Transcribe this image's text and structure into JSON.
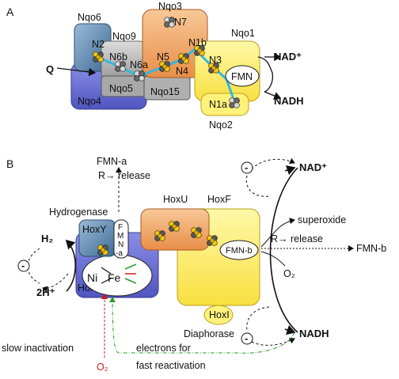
{
  "panel_a": {
    "label": "A",
    "subunits": {
      "nqo6": "Nqo6",
      "nqo9": "Nqo9",
      "nqo3": "Nqo3",
      "nqo1": "Nqo1",
      "nqo4": "Nqo4",
      "nqo5": "Nqo5",
      "nqo15": "Nqo15",
      "nqo2": "Nqo2"
    },
    "clusters": {
      "n2": "N2",
      "n6b": "N6b",
      "n6a": "N6a",
      "n5": "N5",
      "n4": "N4",
      "n7": "N7",
      "n1b": "N1b",
      "n3": "N3",
      "n1a": "N1a"
    },
    "fmn": "FMN",
    "q": "Q",
    "nad_plus": "NAD⁺",
    "nadh": "NADH"
  },
  "panel_b": {
    "label": "B",
    "fmn_a": "FMN-a",
    "r_release_top": "R→ release",
    "hydrogenase": "Hydrogenase",
    "hoxy": "HoxY",
    "fmn_vertical": [
      "F",
      "M",
      "N",
      "-a"
    ],
    "hoxh": "HoxH",
    "ni": "Ni",
    "fe": "Fe",
    "h2": "H₂",
    "two_h_plus": "2H⁺",
    "hoxu": "HoxU",
    "hoxf": "HoxF",
    "fmn_b_box": "FMN-b",
    "hoxi": "HoxI",
    "diaphorase": "Diaphorase",
    "nad_plus": "NAD⁺",
    "nadh": "NADH",
    "superoxide": "superoxide",
    "r_release_right": "R→ release",
    "fmn_b_out": "FMN-b",
    "o2_right": "O₂",
    "minus": "-",
    "slow_inactivation": "slow inactivation",
    "o2_bottom": "O₂",
    "electrons_line1": "electrons for",
    "electrons_line2": "fast reactivation"
  },
  "colors": {
    "blue": "#6a6fd8",
    "steel": "#6b93b8",
    "orange": "#f0a868",
    "yellow": "#fff27a",
    "gray": "#b8b8b8",
    "cyan": "#33b8e0",
    "red": "#d01818",
    "green": "#2a9a2a"
  }
}
